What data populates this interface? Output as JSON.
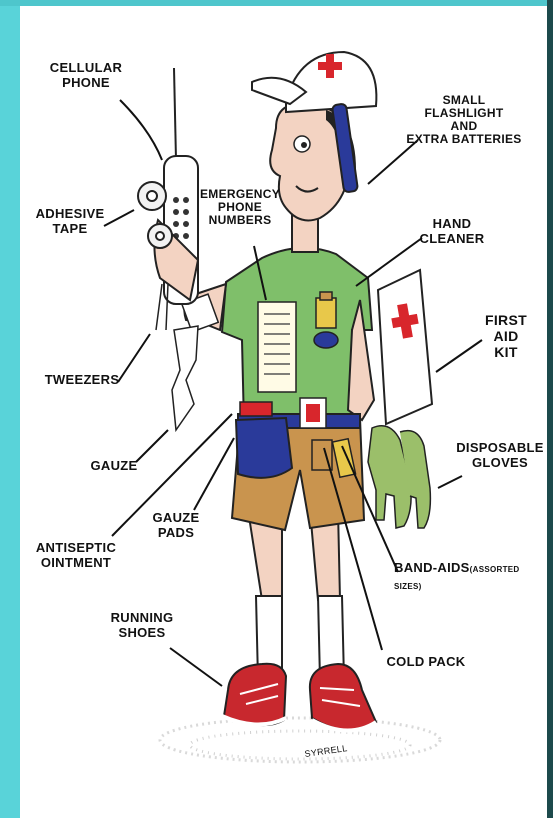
{
  "labels": {
    "cellular_phone": "CELLULAR\nPHONE",
    "adhesive_tape": "ADHESIVE\nTAPE",
    "tweezers": "TWEEZERS",
    "gauze": "GAUZE",
    "antiseptic_ointment": "ANTISEPTIC\nOINTMENT",
    "gauze_pads": "GAUZE\nPADS",
    "running_shoes": "RUNNING\nSHOES",
    "emergency_phone_numbers": "EMERGENCY\nPHONE\nNUMBERS",
    "small_flashlight": "SMALL\nFLASHLIGHT\nAND\nEXTRA BATTERIES",
    "hand_cleaner": "HAND\nCLEANER",
    "first_aid_kit": "FIRST\nAID\nKIT",
    "disposable_gloves": "DISPOSABLE\nGLOVES",
    "band_aids": "BAND-AIDS",
    "band_aids_note": "(ASSORTED SIZES)",
    "cold_pack": "COLD PACK",
    "signature": "SYRRELL"
  },
  "colors": {
    "frame_teal": "#59d3d9",
    "shirt_green": "#7fbf6a",
    "shorts_tan": "#c9944e",
    "pack_blue": "#2a3a9a",
    "cross_red": "#d8262c",
    "shoe_red": "#c8282e"
  }
}
